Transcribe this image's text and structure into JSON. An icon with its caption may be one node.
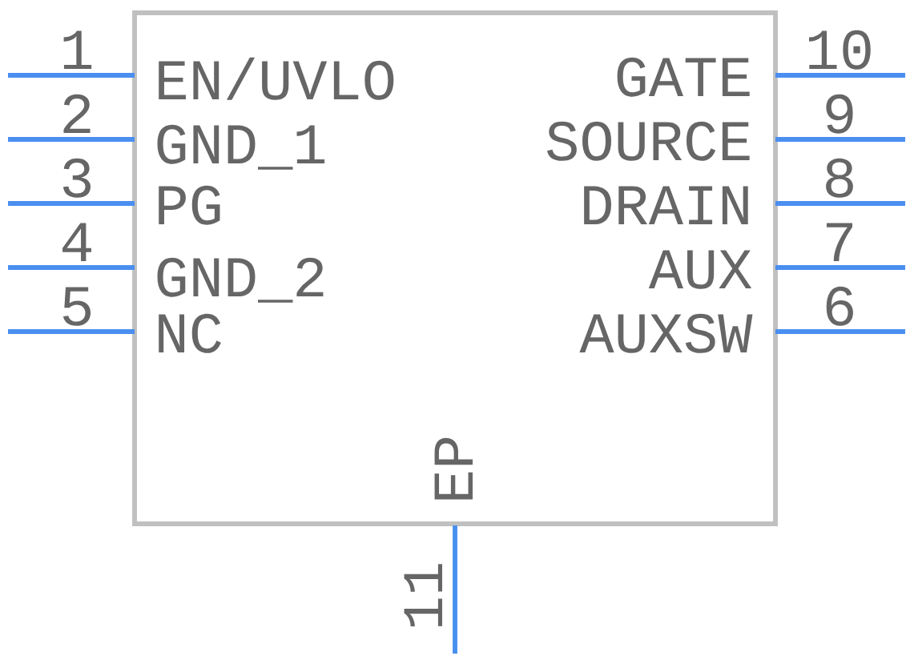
{
  "diagram": {
    "nodes": [
      {
        "text": [],
        "shape": "box"
      }
    ],
    "edges": [],
    "labels": [
      "1",
      "10",
      "EN/UVLO",
      "GATE",
      "2",
      "9",
      "GND_1",
      "SOURCE",
      "3",
      "8",
      "PG",
      "DRAIN",
      "4",
      "7",
      "GND_2",
      "AUX",
      "5",
      "6",
      "NC",
      "AUXSW",
      "EP",
      "11"
    ]
  }
}
